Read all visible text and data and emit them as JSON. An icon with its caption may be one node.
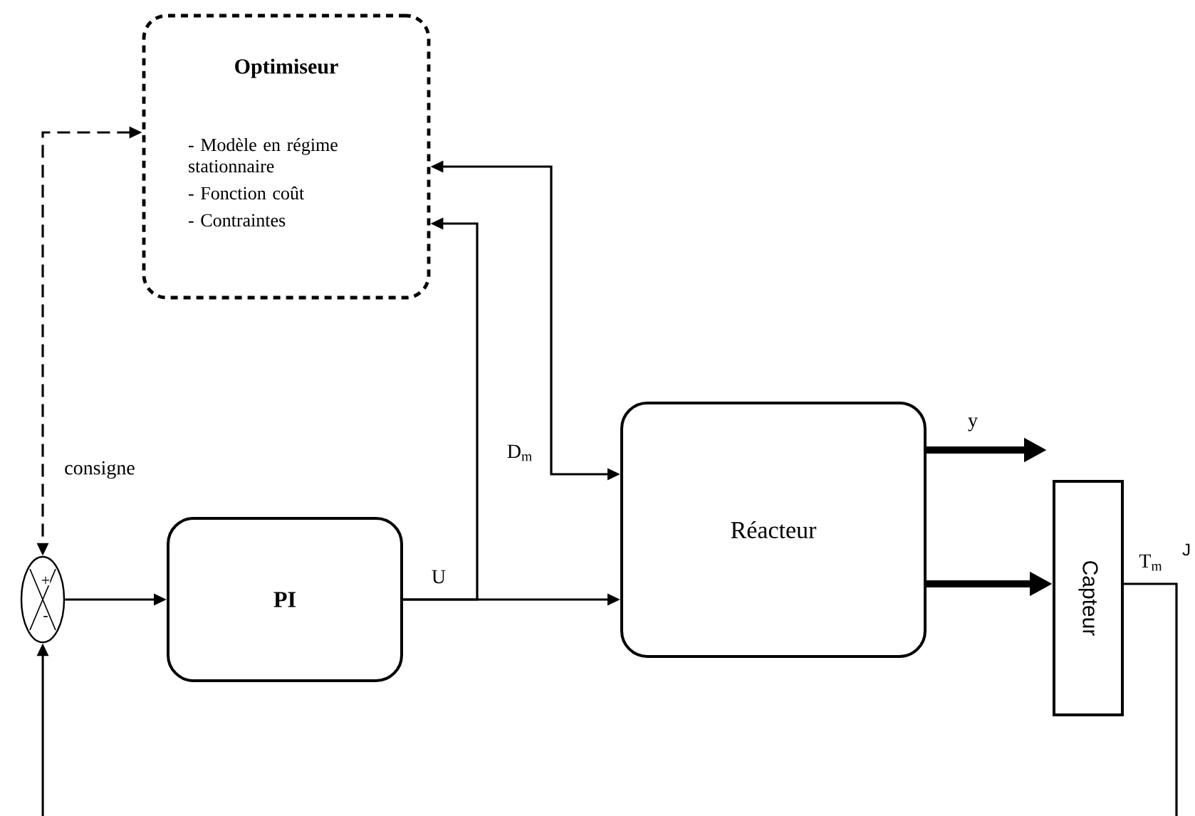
{
  "diagram": {
    "nodes": [
      {
        "text": [
          "Optimiseur",
          "- Modèle en régime stationnaire",
          "- Fonction coût",
          "- Contraintes"
        ]
      },
      {
        "text": [
          "+",
          "-"
        ]
      },
      {
        "text": [
          "PI"
        ]
      },
      {
        "text": [
          "Réacteur"
        ]
      },
      {
        "text": [
          "Capteur"
        ]
      }
    ],
    "edges": [
      {
        "from": 0,
        "to": 1,
        "arrow": "both",
        "style": "dashed",
        "label": "consigne"
      },
      {
        "from": 1,
        "to": 2,
        "arrow": "to"
      },
      {
        "from": 2,
        "to": 3,
        "arrow": "to",
        "label": "U"
      },
      {
        "from": 2,
        "to": 0,
        "arrow": "to"
      },
      {
        "from": 3,
        "to": 0,
        "arrow": "both",
        "label": "D$_{m}$"
      },
      {
        "from": 3,
        "to": null,
        "arrow": "to",
        "style": "thick",
        "label": "y"
      },
      {
        "from": 3,
        "to": 4,
        "arrow": "to",
        "style": "thick"
      },
      {
        "from": 4,
        "to": null,
        "arrow": "none",
        "label": "T$_{m}$"
      },
      {
        "from": null,
        "to": 1,
        "arrow": "to"
      }
    ],
    "labels": [
      "J"
    ]
  }
}
